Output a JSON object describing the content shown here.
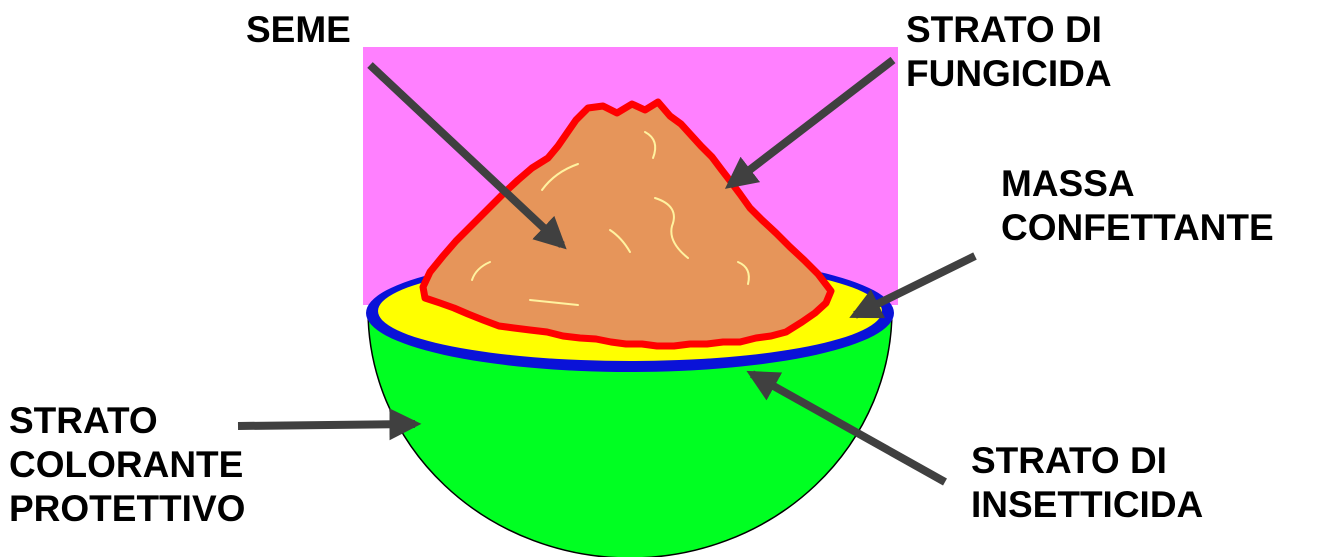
{
  "labels": {
    "seme": "SEME",
    "strato_fungicida": [
      "STRATO DI",
      "FUNGICIDA"
    ],
    "massa_confettante": [
      "MASSA",
      "CONFETTANTE"
    ],
    "strato_colorante": [
      "STRATO",
      "COLORANTE",
      "PROTETTIVO"
    ],
    "strato_insetticida": [
      "STRATO DI",
      "INSETTICIDA"
    ]
  },
  "colors": {
    "background_panel": "#ff80ff",
    "seed_fill": "#e6955a",
    "seed_outline": "#ff0000",
    "seed_veins": "#fff2a0",
    "yellow_mass": "#ffff00",
    "blue_rim": "#0a12d8",
    "green_bowl": "#00ff22",
    "arrow": "#404040"
  }
}
